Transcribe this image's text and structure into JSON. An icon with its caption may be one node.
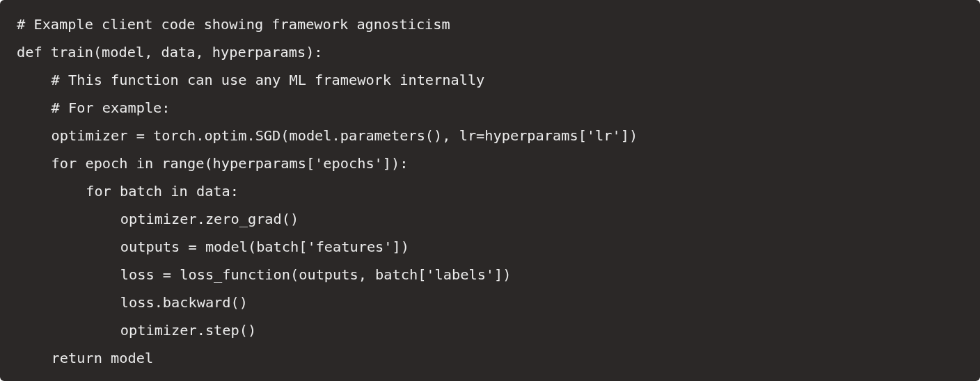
{
  "diagram": {
    "labels": [
      "# Example client code showing framework agnosticism",
      "def train(model, data, hyperparams):",
      "# This function can use any ML framework internally",
      "# For example:",
      "optimizer = torch.optim.SGD(model.parameters(), lr=hyperparams['lr'])",
      "for epoch in range(hyperparams['epochs']):",
      "for batch in data:",
      "optimizer.zero_grad()",
      "outputs = model(batch['features'])",
      "loss = loss_function(outputs, batch['labels'])",
      "loss.backward()",
      "optimizer.step()",
      "return model"
    ]
  }
}
